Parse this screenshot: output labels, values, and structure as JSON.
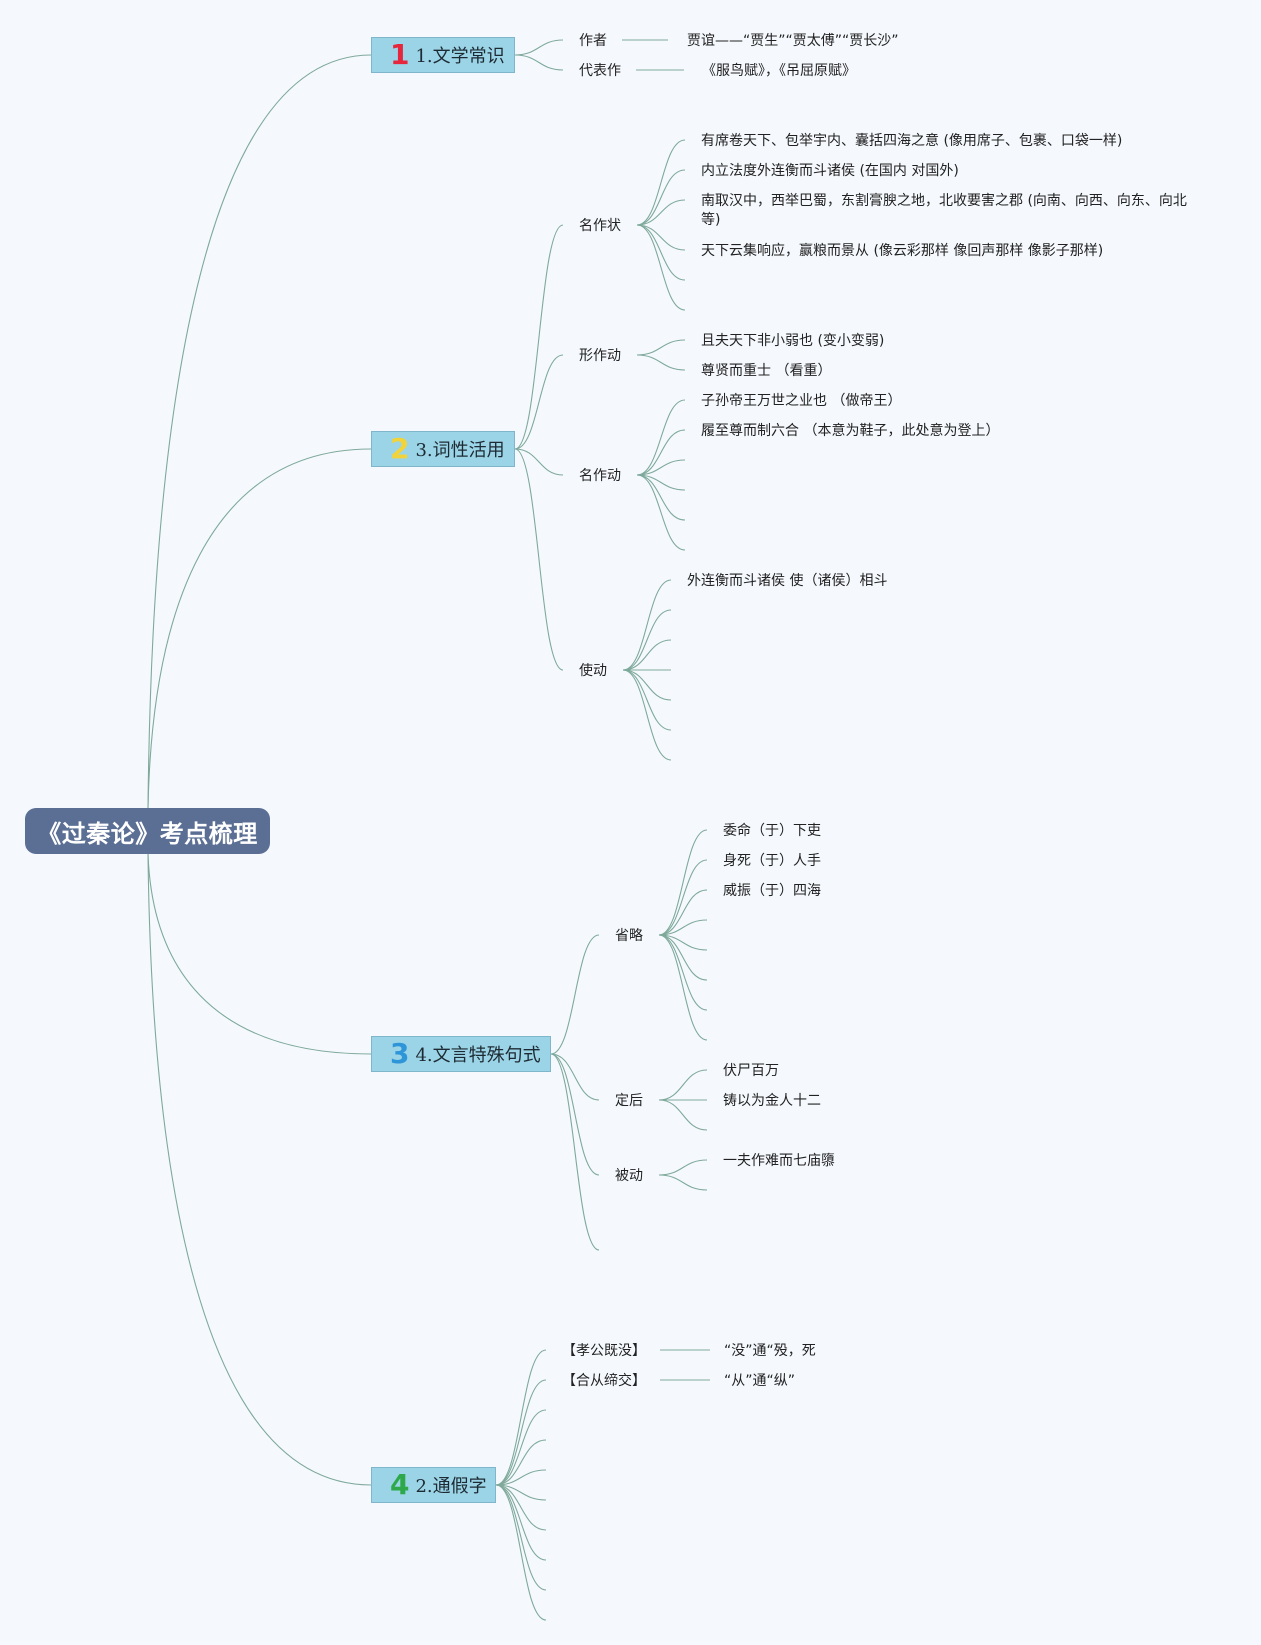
{
  "root": {
    "label": "《过秦论》考点梳理"
  },
  "topics": [
    {
      "number": "1",
      "number_color": "#e5263d",
      "label": "1.文学常识"
    },
    {
      "number": "2",
      "number_color": "#f2d33a",
      "label": "3.词性活用"
    },
    {
      "number": "3",
      "number_color": "#2f95d9",
      "label": "4.文言特殊句式"
    },
    {
      "number": "4",
      "number_color": "#2ea84a",
      "label": "2.通假字"
    }
  ],
  "literary": {
    "author_label": "作者",
    "author_value": "贾谊——“贾生”“贾太傅”“贾长沙”",
    "works_label": "代表作",
    "works_value": "《服鸟赋》，《吊屈原赋》"
  },
  "word_usage": {
    "noun_adverbial": {
      "label": "名作状",
      "items": [
        "有席卷天下、包举宇内、囊括四海之意 (像用席子、包裹、口袋一样)",
        "内立法度外连衡而斗诸侯 (在国内 对国外)",
        "南取汉中，西举巴蜀，东割膏腴之地，北收要害之郡 (向南、向西、向东、向北等)",
        "天下云集响应，赢粮而景从 (像云彩那样 像回声那样 像影子那样)"
      ]
    },
    "adj_verb": {
      "label": "形作动",
      "items": [
        "且夫天下非小弱也 (变小变弱)",
        "尊贤而重士 （看重）"
      ]
    },
    "noun_verb": {
      "label": "名作动",
      "items": [
        "子孙帝王万世之业也 （做帝王）",
        "履至尊而制六合 （本意为鞋子，此处意为登上）"
      ]
    },
    "causative": {
      "label": "使动",
      "items": [
        "外连衡而斗诸侯 使（诸侯）相斗"
      ]
    }
  },
  "special_sentences": {
    "ellipsis": {
      "label": "省略",
      "items": [
        "委命（于）下吏",
        "身死（于）人手",
        "威振（于）四海"
      ]
    },
    "postposition": {
      "label": "定后",
      "items": [
        "伏尸百万",
        "铸以为金人十二"
      ]
    },
    "passive": {
      "label": "被动",
      "items": [
        "一夫作难而七庙隳"
      ]
    }
  },
  "interchangeable": {
    "items": [
      {
        "key": "【孝公既没】",
        "value": "“没”通“殁，死"
      },
      {
        "key": "【合从缔交】",
        "value": "“从”通“纵”"
      }
    ]
  }
}
